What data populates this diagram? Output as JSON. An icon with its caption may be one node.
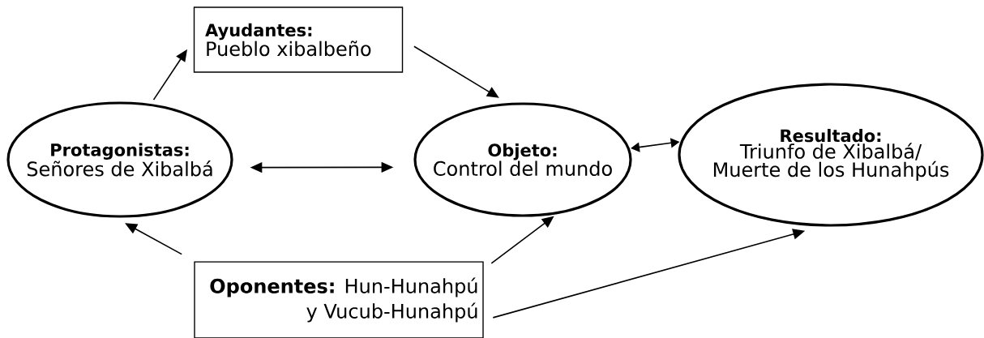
{
  "diagram": {
    "nodes": [
      {
        "text": [
          "Ayudantes:",
          "Pueblo xibalbeño"
        ]
      },
      {
        "text": [
          "Protagonistas:",
          "Señores de Xibalbá"
        ]
      },
      {
        "text": [
          "Objeto:",
          "Control del mundo"
        ]
      },
      {
        "text": [
          "Resultado:",
          "Triunfo de Xibalbá/ Muerte de los Hunahpús"
        ]
      },
      {
        "text": [
          "Oponentes:",
          "Hun-Hunahpú y Vucub-Hunahpú"
        ]
      }
    ],
    "edges": [
      {
        "from": 1,
        "to": 0,
        "arrow": "to"
      },
      {
        "from": 0,
        "to": 2,
        "arrow": "to"
      },
      {
        "from": 1,
        "to": 2,
        "arrow": "both"
      },
      {
        "from": 2,
        "to": 3,
        "arrow": "both"
      },
      {
        "from": 4,
        "to": 1,
        "arrow": "to"
      },
      {
        "from": 4,
        "to": 2,
        "arrow": "to"
      },
      {
        "from": 4,
        "to": 3,
        "arrow": "to"
      }
    ]
  }
}
